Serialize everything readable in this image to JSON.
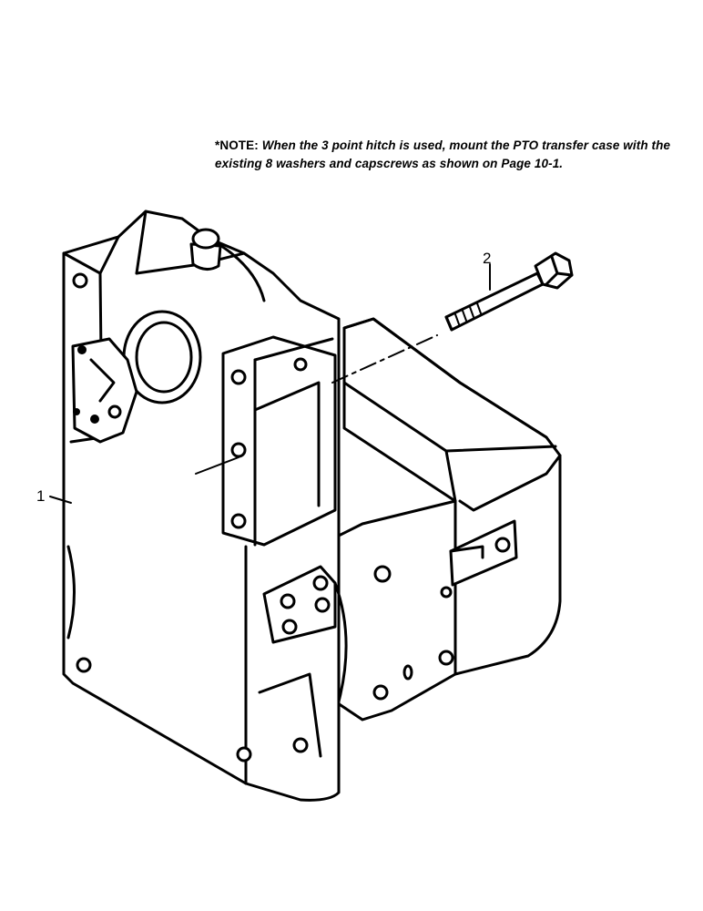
{
  "note": {
    "label": "*NOTE:",
    "text": "When the 3 point hitch is used, mount the PTO transfer case with the existing 8 washers and capscrews as shown on Page 10-1."
  },
  "callouts": {
    "part_1": "1",
    "part_2": "2"
  }
}
